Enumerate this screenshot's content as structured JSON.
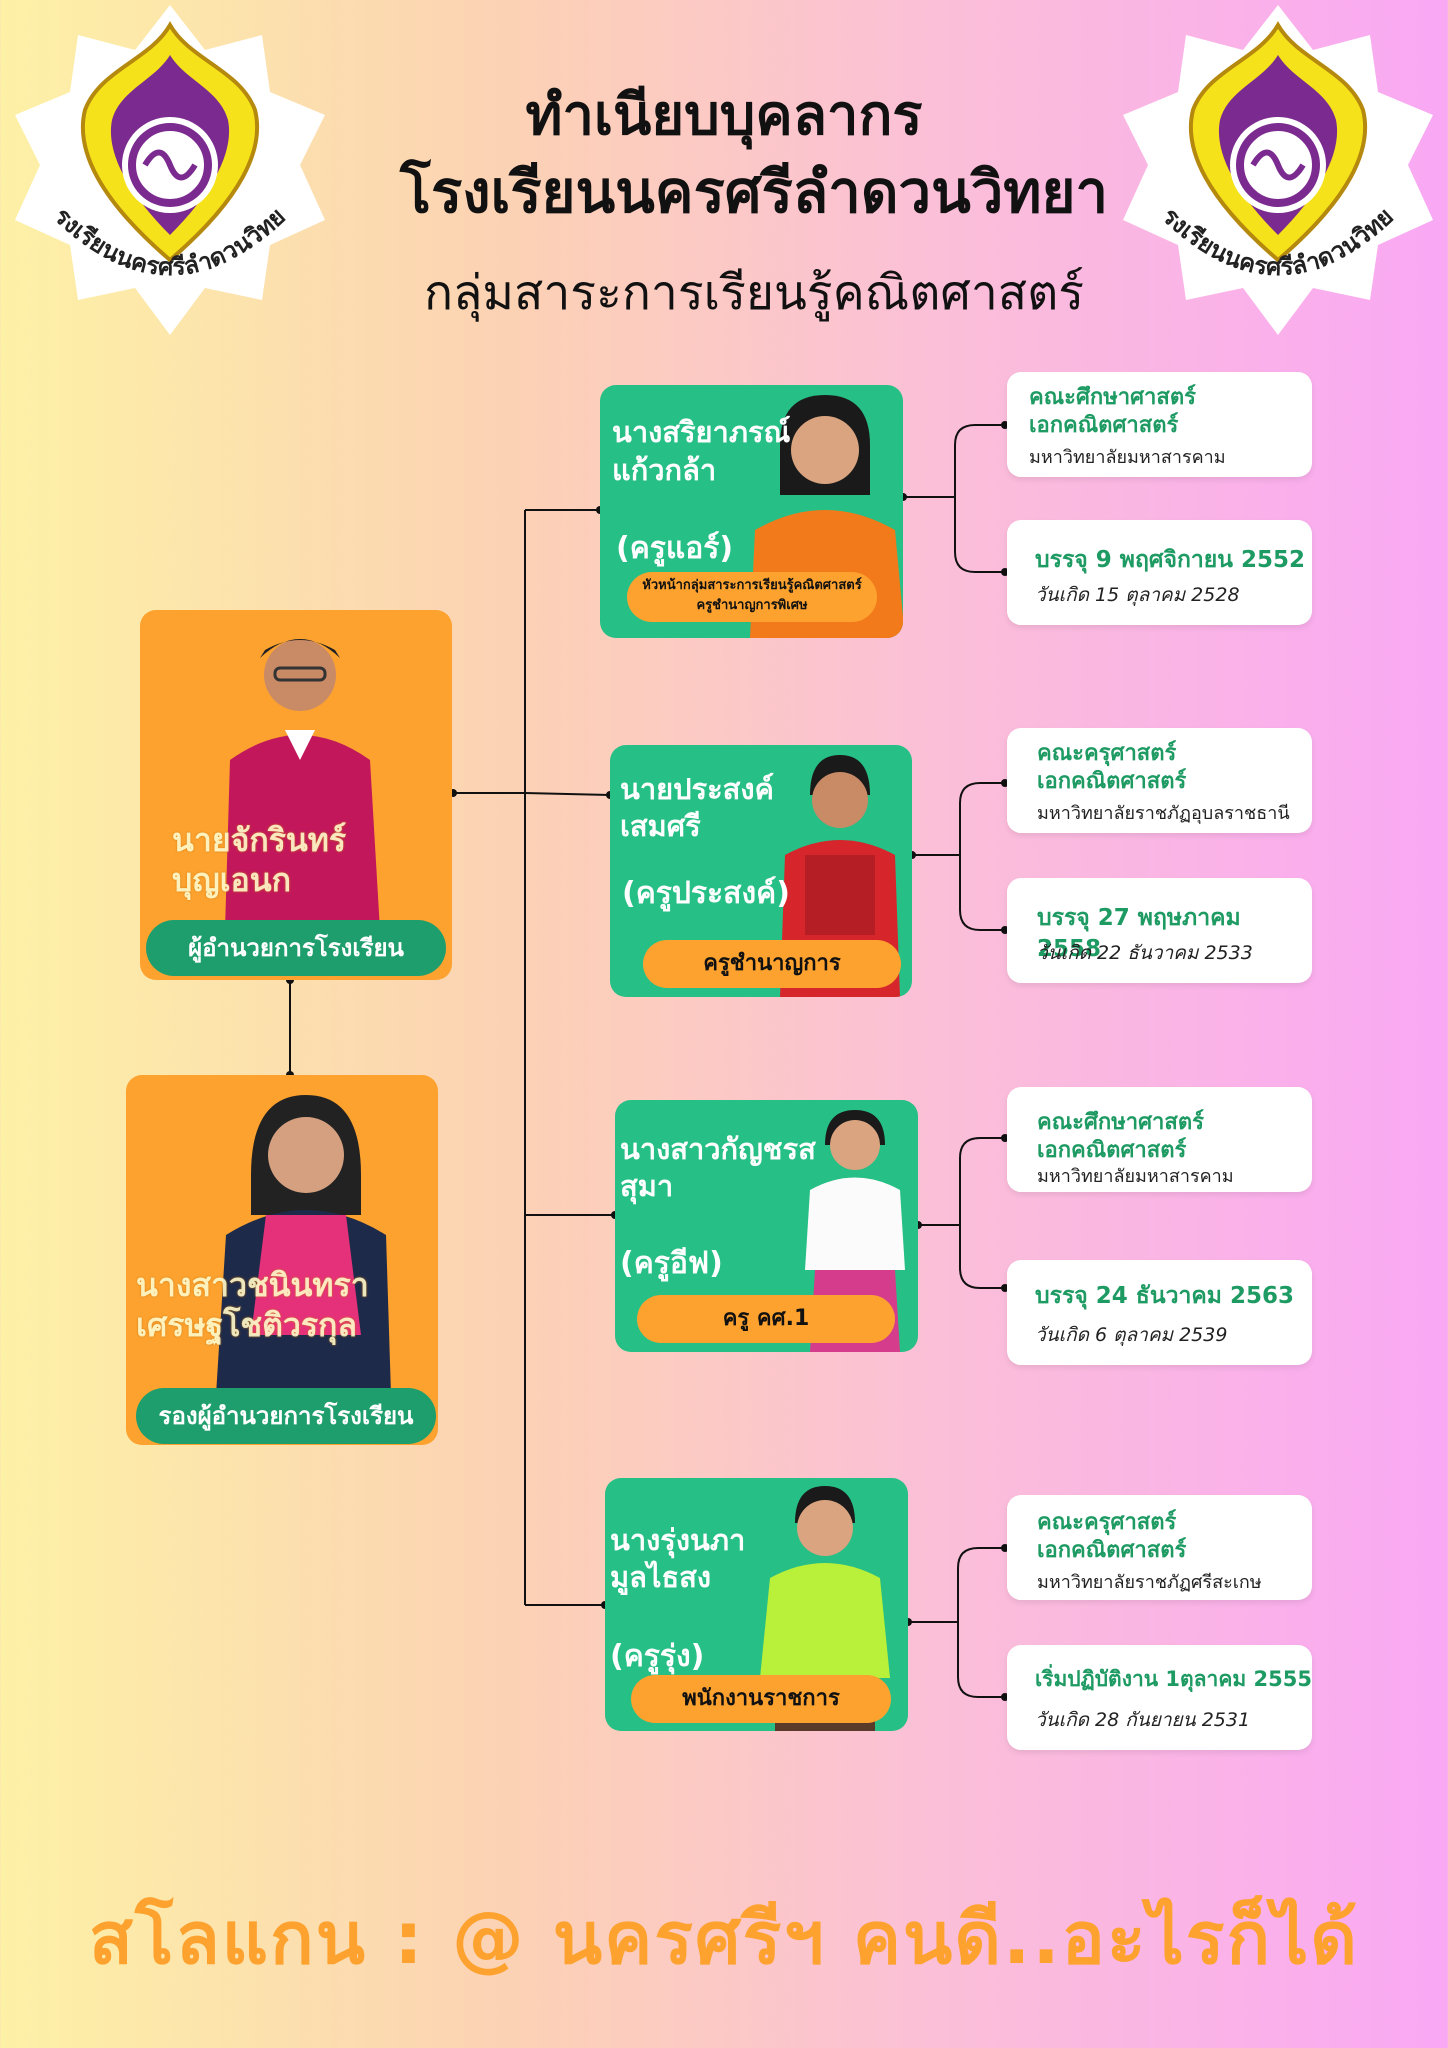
{
  "header": {
    "title_line1": "ทำเนียบบุคลากร",
    "title_line2": "โรงเรียนนครศรีลำดวนวิทยา",
    "subtitle": "กลุ่มสาระการเรียนรู้คณิตศาสตร์",
    "seal_text": "โรงเรียนนครศรีลำดวนวิทยา"
  },
  "director": {
    "name_line1": "นายจักรินทร์",
    "name_line2": "บุญเอนก",
    "position": "ผู้อำนวยการโรงเรียน"
  },
  "deputy": {
    "name_line1": "นางสาวชนินทรา",
    "name_line2": "เศรษฐโชติวรกุล",
    "position": "รองผู้อำนวยการโรงเรียน"
  },
  "teachers": [
    {
      "name_line1": "นางสริยาภรณ์",
      "name_line2": "แก้วกล้า",
      "nickname": "(ครูแอร์)",
      "position_line1": "หัวหน้ากลุ่มสาระการเรียนรู้คณิตศาสตร์",
      "position_line2": "ครูชำนาญการพิเศษ",
      "faculty": "คณะศึกษาศาสตร์",
      "major": "เอกคณิตศาสตร์",
      "university": "มหาวิทยาลัยมหาสารคาม",
      "appointed": "บรรจุ 9 พฤศจิกายน 2552",
      "birthday": "วันเกิด  15 ตุลาคม 2528"
    },
    {
      "name_line1": "นายประสงค์",
      "name_line2": "เสมศรี",
      "nickname": "(ครูประสงค์)",
      "position_line1": "ครูชำนาญการ",
      "faculty": "คณะครุศาสตร์",
      "major": "เอกคณิตศาสตร์",
      "university": "มหาวิทยาลัยราชภัฏอุบลราชธานี",
      "appointed": "บรรจุ 27 พฤษภาคม 2558",
      "birthday": "วันเกิด  22 ธันวาคม 2533"
    },
    {
      "name_line1": "นางสาวกัญชรส",
      "name_line2": "สุมา",
      "nickname": "(ครูอีฟ)",
      "position_line1": "ครู คศ.1",
      "faculty": "คณะศึกษาศาสตร์",
      "major": "เอกคณิตศาสตร์",
      "university": "มหาวิทยาลัยมหาสารคาม",
      "appointed": "บรรจุ 24 ธันวาคม 2563",
      "birthday": "วันเกิด 6 ตุลาคม 2539"
    },
    {
      "name_line1": "นางรุ่งนภา",
      "name_line2": "มูลไธสง",
      "nickname": "(ครูรุ่ง)",
      "position_line1": "พนักงานราชการ",
      "faculty": "คณะครุศาสตร์",
      "major": "เอกคณิตศาสตร์",
      "university": "มหาวิทยาลัยราชภัฏศรีสะเกษ",
      "appointed": "เริ่มปฏิบัติงาน 1ตุลาคม  2555",
      "birthday": "วันเกิด 28 กันยายน  2531"
    }
  ],
  "slogan": "สโลแกน : @ นครศรีฯ คนดี..อะไรก็ได้",
  "colors": {
    "green": "#26bf85",
    "orange": "#fda22f",
    "dark_green": "#1d9e6c"
  }
}
